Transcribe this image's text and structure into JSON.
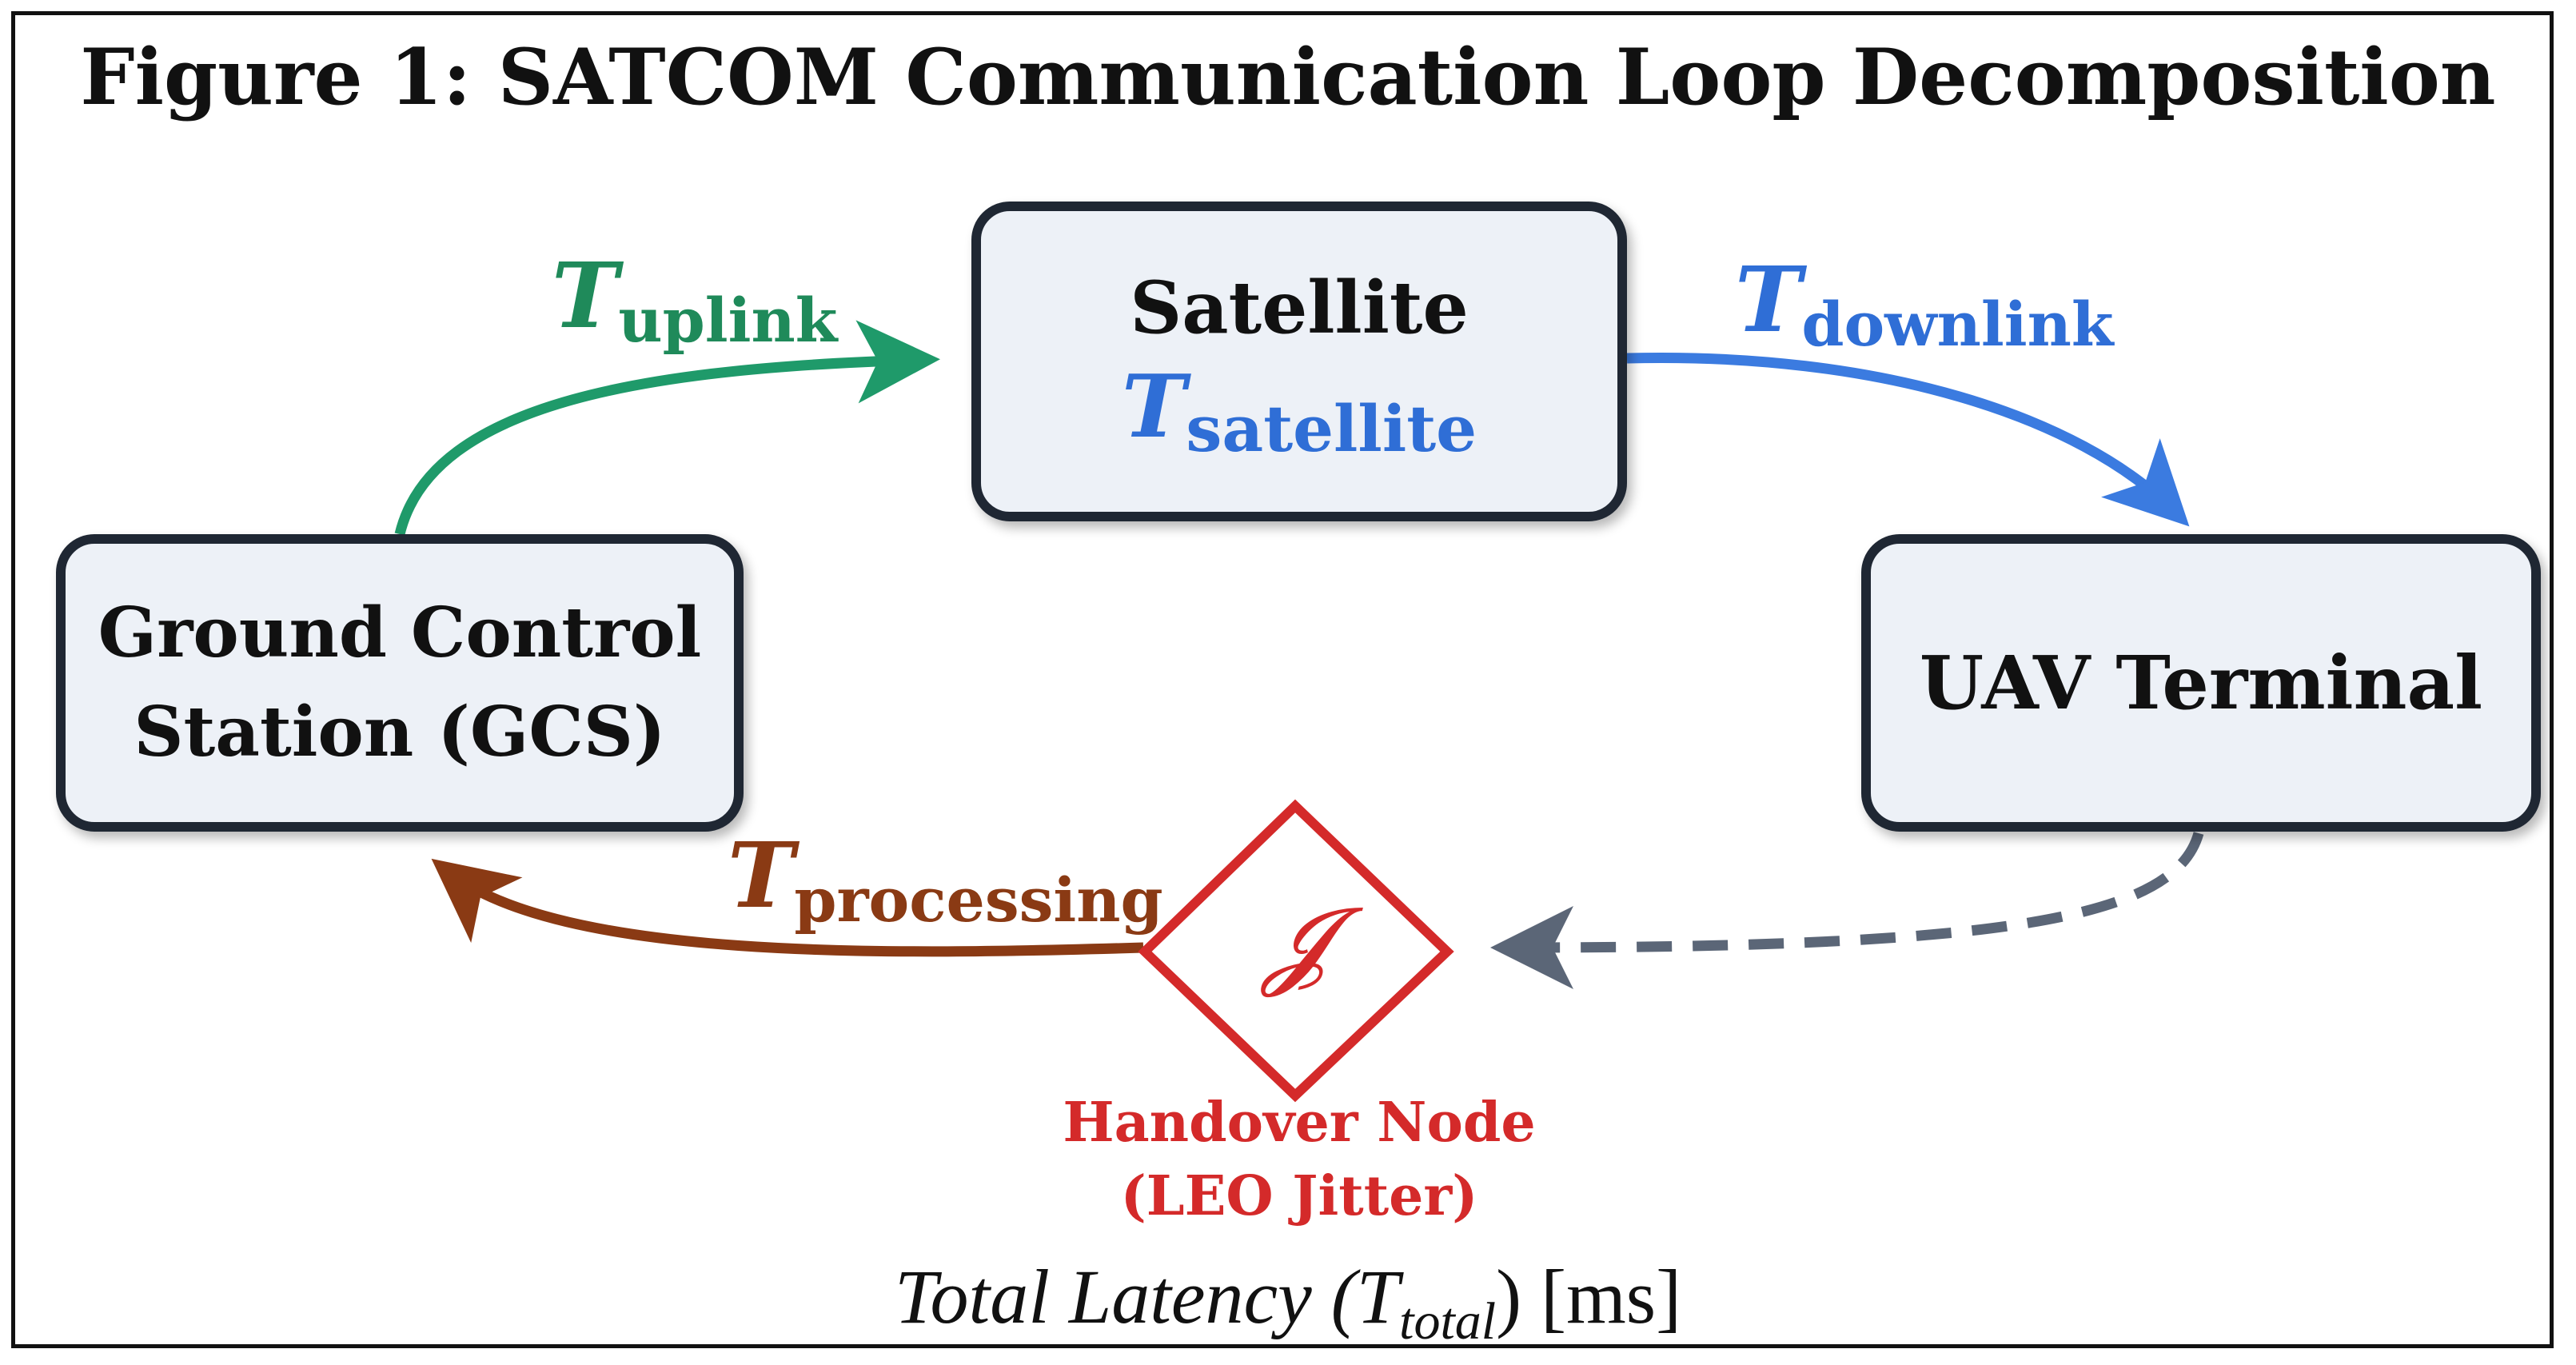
{
  "figure": {
    "title": "Figure 1: SATCOM Communication Loop Decomposition"
  },
  "nodes": {
    "satellite": {
      "label": "Satellite",
      "symbol": "T",
      "subscript": "satellite"
    },
    "gcs": {
      "line1": "Ground Control",
      "line2": "Station (GCS)"
    },
    "uav": {
      "label": "UAV Terminal"
    },
    "handover": {
      "symbol": "𝓙",
      "caption_line1": "Handover Node",
      "caption_line2": "(LEO Jitter)"
    }
  },
  "links": {
    "uplink": {
      "symbol": "T",
      "subscript": "uplink",
      "color": "#1f9a6a"
    },
    "downlink": {
      "symbol": "T",
      "subscript": "downlink",
      "color": "#3b7be0"
    },
    "processing": {
      "symbol": "T",
      "subscript": "processing",
      "color": "#8a3a14"
    },
    "return": {
      "color": "#5b6677",
      "style": "dashed"
    }
  },
  "footer": {
    "prefix": "Total Latency (",
    "symbol": "T",
    "subscript": "total",
    "suffix": ") [ms]"
  },
  "colors": {
    "node_fill": "#edf1f7",
    "node_border": "#1f2733",
    "handover": "#d42a2a"
  }
}
